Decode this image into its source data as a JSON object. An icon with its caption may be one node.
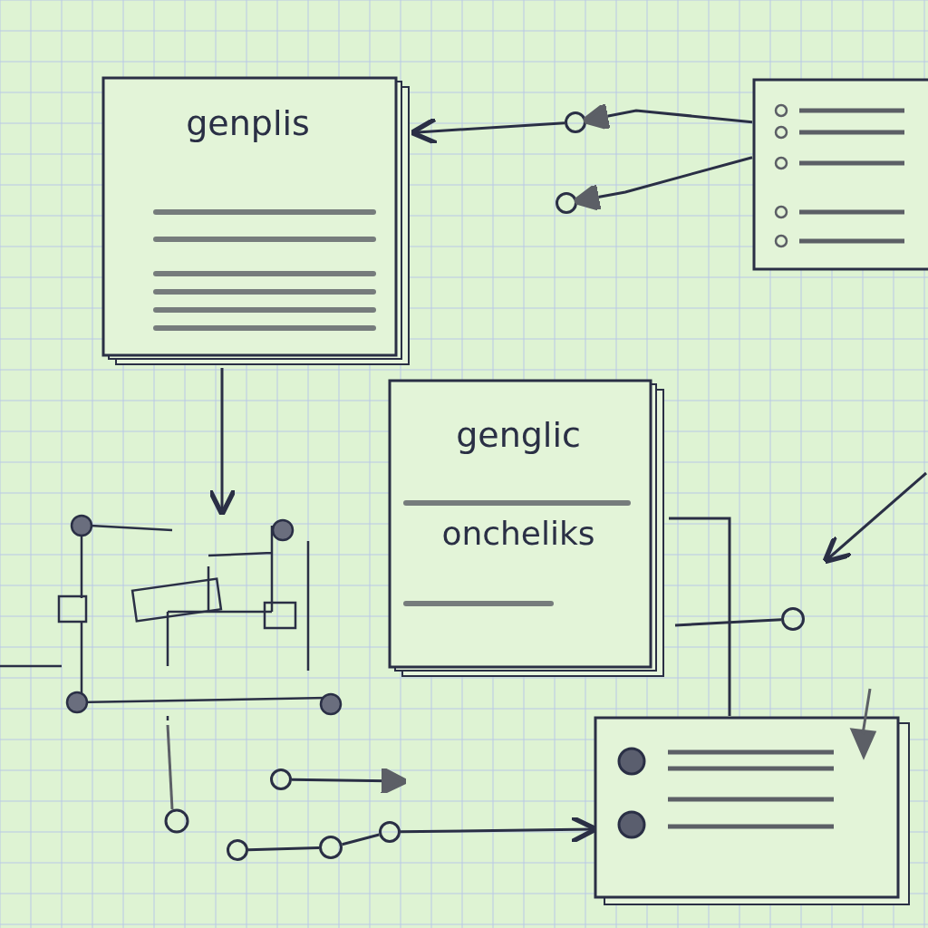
{
  "diagram": {
    "nodes": [
      {
        "text": [
          "genplis"
        ]
      },
      {
        "text": [],
        "shape": "box"
      },
      {
        "text": [
          "genglic",
          "oncheliks"
        ]
      },
      {
        "text": [],
        "shape": "box"
      },
      {
        "text": [],
        "shape": "picture"
      },
      {
        "text": [],
        "shape": "circle"
      },
      {
        "text": [],
        "shape": "circle"
      },
      {
        "text": [],
        "shape": "circle"
      },
      {
        "text": [],
        "shape": "circle"
      },
      {
        "text": [],
        "shape": "circle"
      },
      {
        "text": [],
        "shape": "circle"
      },
      {
        "text": [],
        "shape": "circle"
      }
    ],
    "edges": [
      {
        "from": 5,
        "to": 0,
        "arrow": "to"
      },
      {
        "from": 1,
        "to": 5,
        "arrow": "to"
      },
      {
        "from": 1,
        "to": 6,
        "arrow": "to"
      },
      {
        "from": 0,
        "to": 4,
        "arrow": "to"
      },
      {
        "from": 2,
        "to": 3,
        "arrow": "none"
      },
      {
        "from": null,
        "to": 7,
        "arrow": "none"
      },
      {
        "from": 8,
        "to": null,
        "arrow": "to"
      },
      {
        "from": 11,
        "to": 9,
        "arrow": "none"
      },
      {
        "from": 9,
        "to": 10,
        "arrow": "none"
      },
      {
        "from": 10,
        "to": 3,
        "arrow": "to"
      }
    ]
  }
}
